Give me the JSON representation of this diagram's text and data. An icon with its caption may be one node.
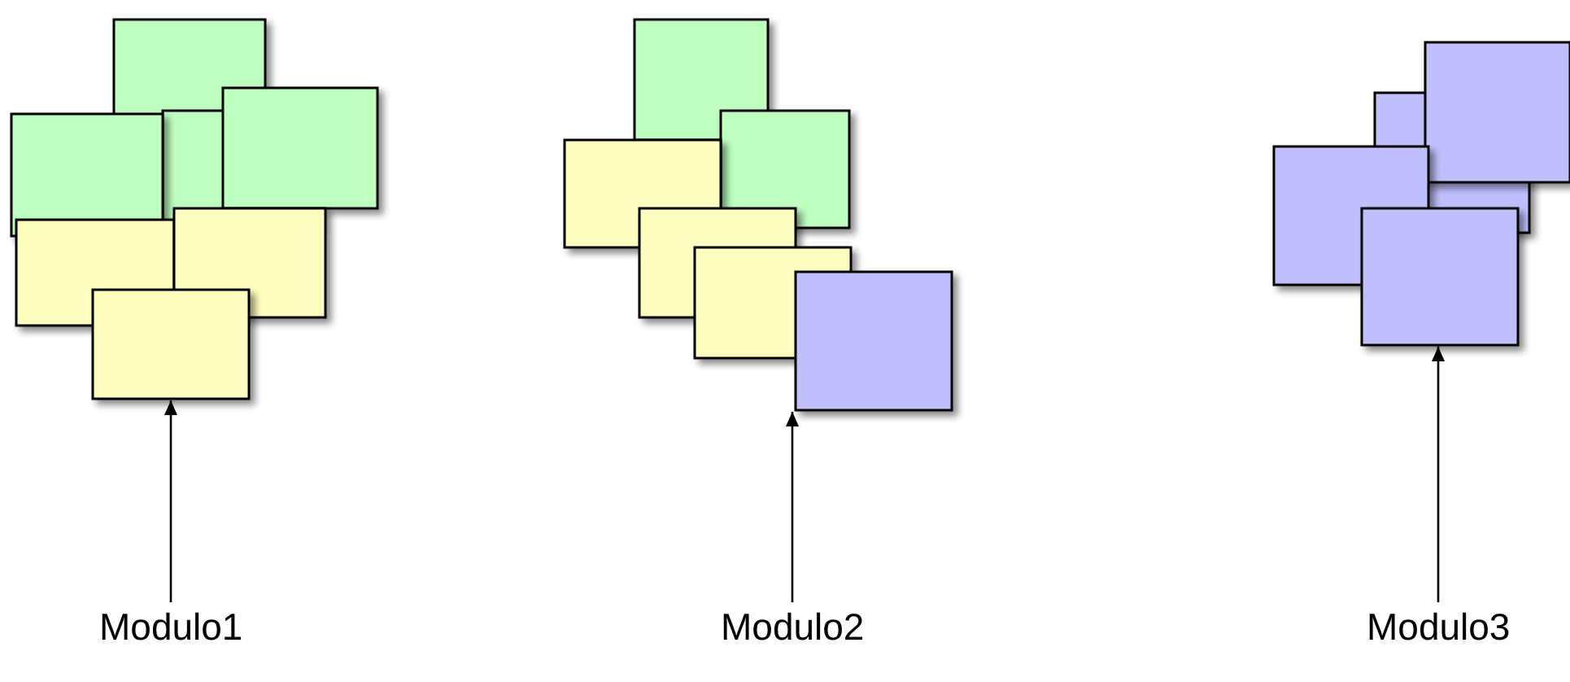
{
  "diagram": {
    "nodes": [
      {
        "text": [],
        "shape": "box"
      },
      {
        "text": [],
        "shape": "box"
      },
      {
        "text": [],
        "shape": "box"
      },
      {
        "text": [
          "Modulo1"
        ]
      },
      {
        "text": [
          "Modulo2"
        ]
      },
      {
        "text": [
          "Modulo3"
        ]
      }
    ],
    "edges": [
      {
        "from": 3,
        "to": 0,
        "arrow": "to"
      },
      {
        "from": 4,
        "to": 1,
        "arrow": "to"
      },
      {
        "from": 5,
        "to": 2,
        "arrow": "to"
      }
    ]
  }
}
